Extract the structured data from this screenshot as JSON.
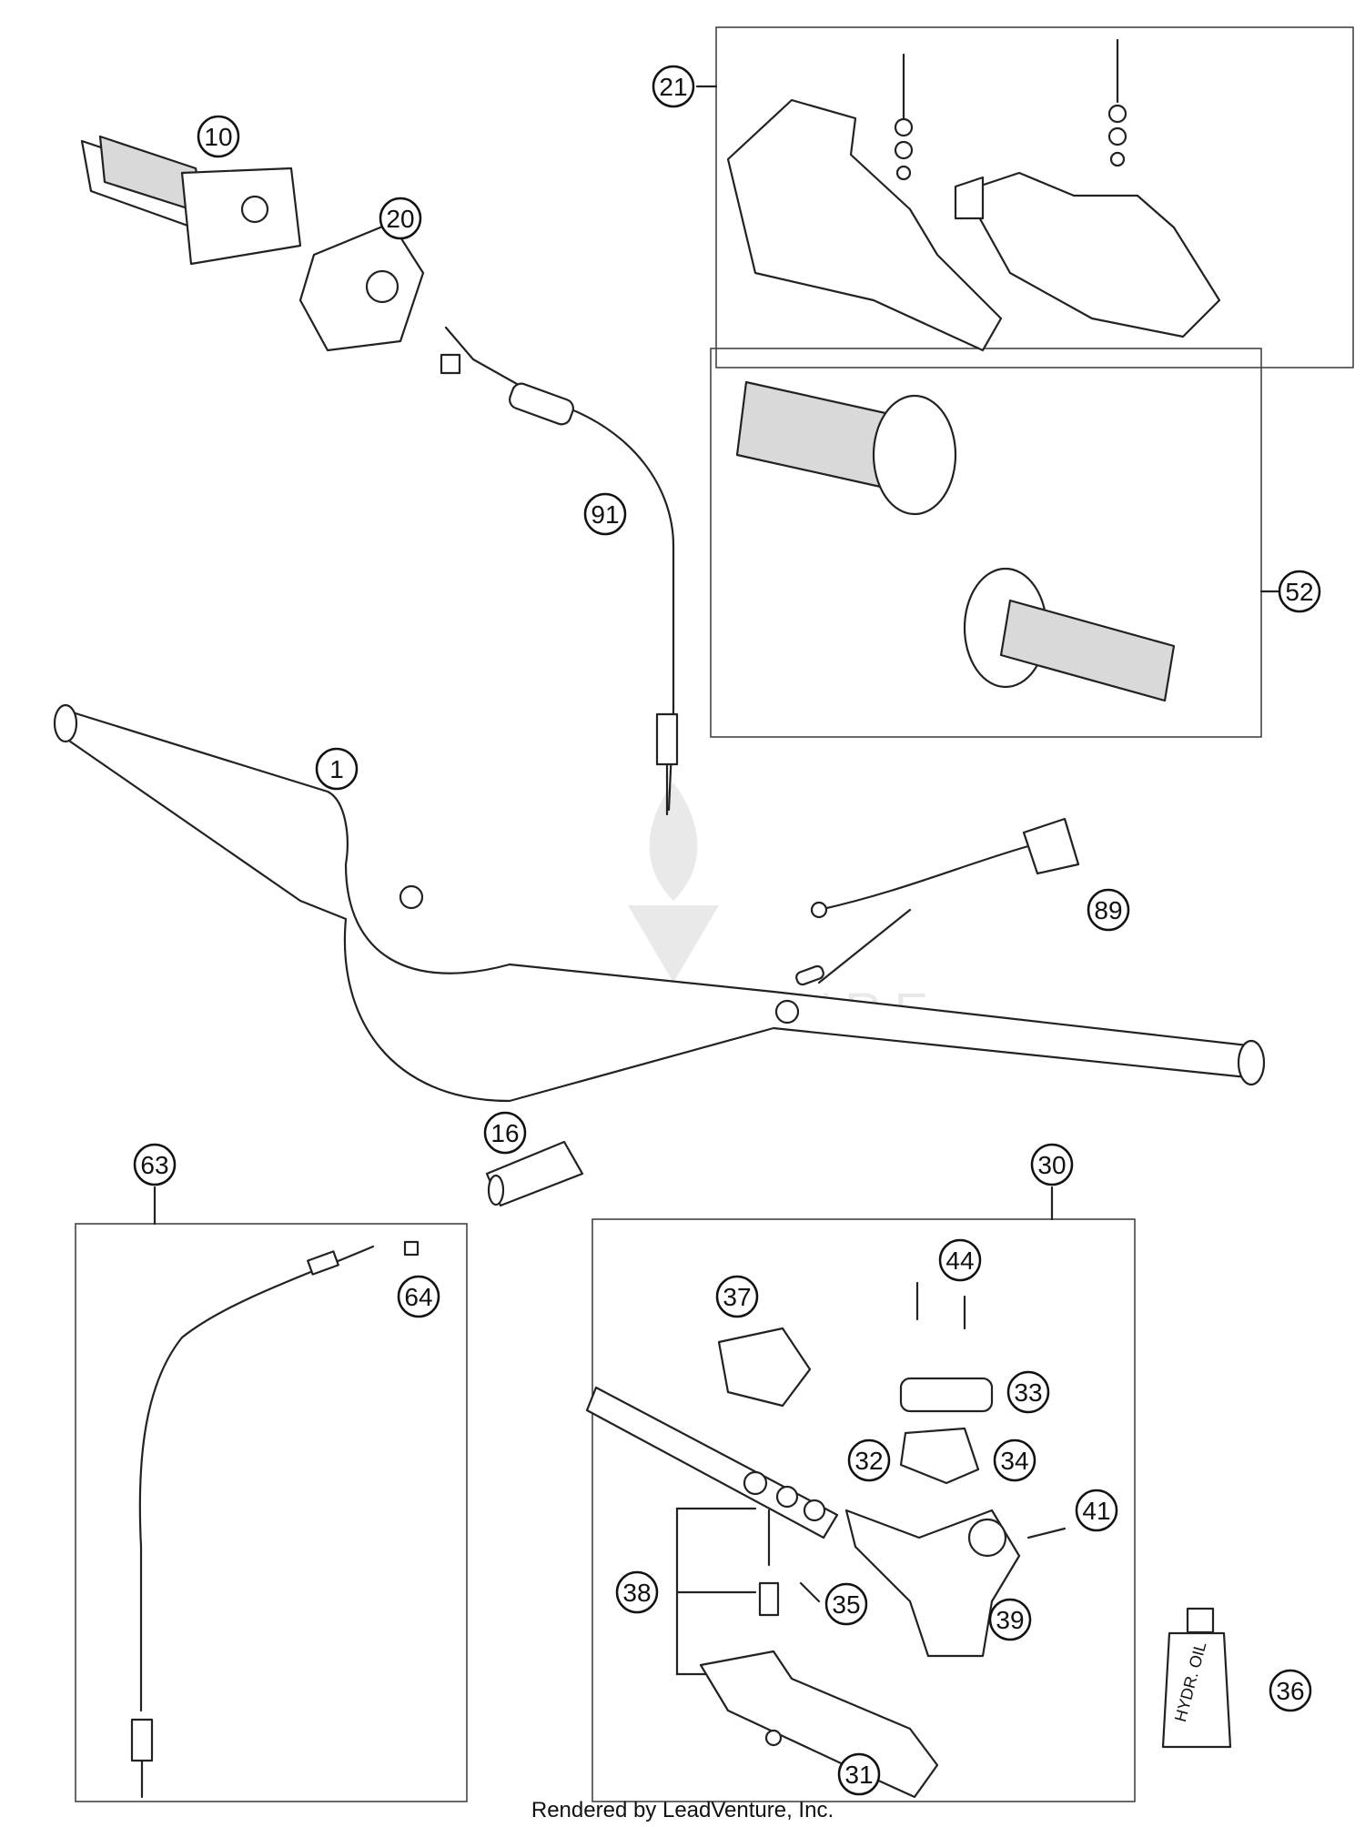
{
  "callouts": [
    {
      "id": "c1",
      "label": "1"
    },
    {
      "id": "c10",
      "label": "10"
    },
    {
      "id": "c16",
      "label": "16"
    },
    {
      "id": "c20",
      "label": "20"
    },
    {
      "id": "c21",
      "label": "21"
    },
    {
      "id": "c30",
      "label": "30"
    },
    {
      "id": "c31",
      "label": "31"
    },
    {
      "id": "c32",
      "label": "32"
    },
    {
      "id": "c33",
      "label": "33"
    },
    {
      "id": "c34",
      "label": "34"
    },
    {
      "id": "c35",
      "label": "35"
    },
    {
      "id": "c36",
      "label": "36"
    },
    {
      "id": "c37",
      "label": "37"
    },
    {
      "id": "c38",
      "label": "38"
    },
    {
      "id": "c39",
      "label": "39"
    },
    {
      "id": "c41",
      "label": "41"
    },
    {
      "id": "c44",
      "label": "44"
    },
    {
      "id": "c52",
      "label": "52"
    },
    {
      "id": "c63",
      "label": "63"
    },
    {
      "id": "c64",
      "label": "64"
    },
    {
      "id": "c89",
      "label": "89"
    },
    {
      "id": "c91",
      "label": "91"
    }
  ],
  "bottle_label": "HYDR. OIL",
  "watermark": "LEADVENTURE",
  "footer": "Rendered by LeadVenture, Inc."
}
